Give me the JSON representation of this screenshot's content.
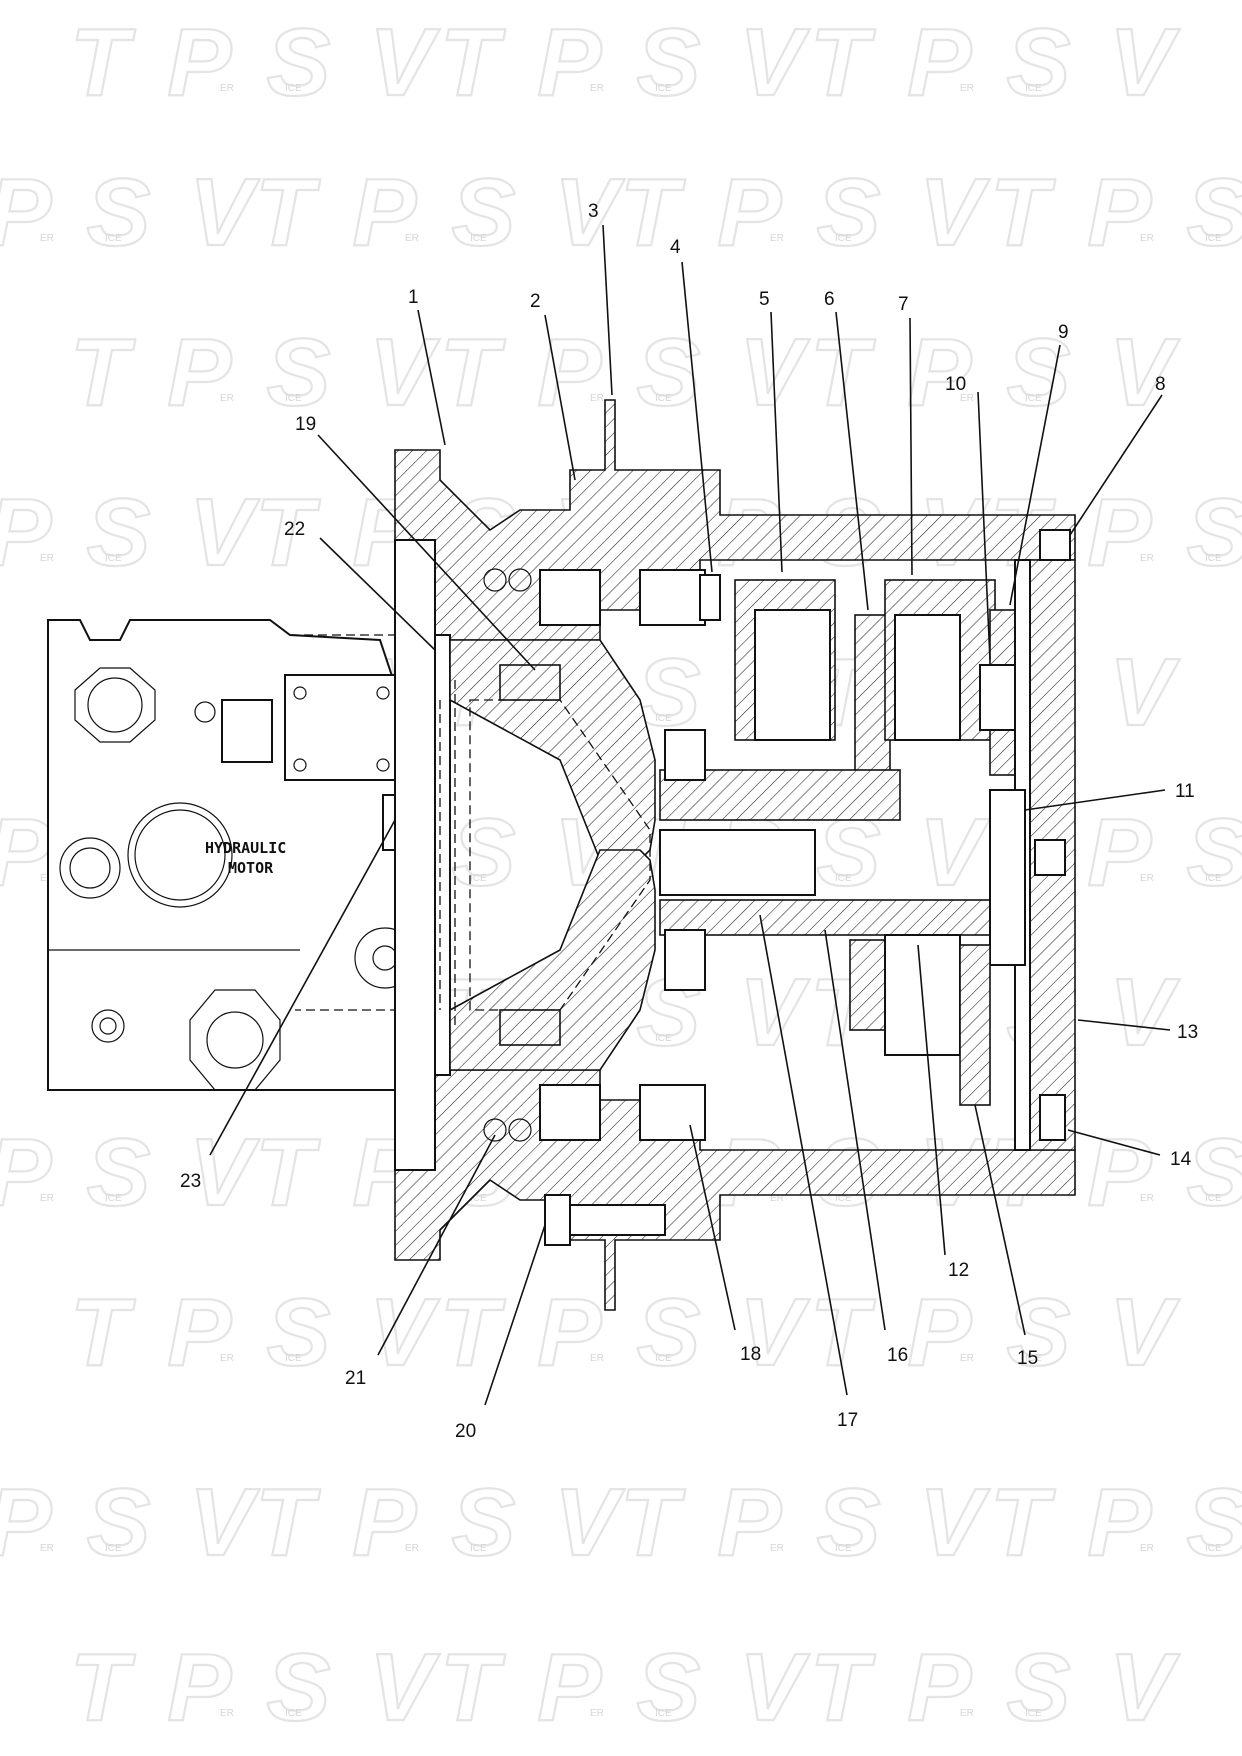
{
  "watermark": {
    "brand": "T P S V",
    "sub_left": "ER",
    "sub_right": "ICE"
  },
  "motor_label": {
    "line1": "HYDRAULIC",
    "line2": "MOTOR"
  },
  "callouts": [
    "1",
    "2",
    "3",
    "4",
    "5",
    "6",
    "7",
    "8",
    "9",
    "10",
    "11",
    "12",
    "13",
    "14",
    "15",
    "16",
    "17",
    "18",
    "19",
    "20",
    "21",
    "22",
    "23"
  ]
}
